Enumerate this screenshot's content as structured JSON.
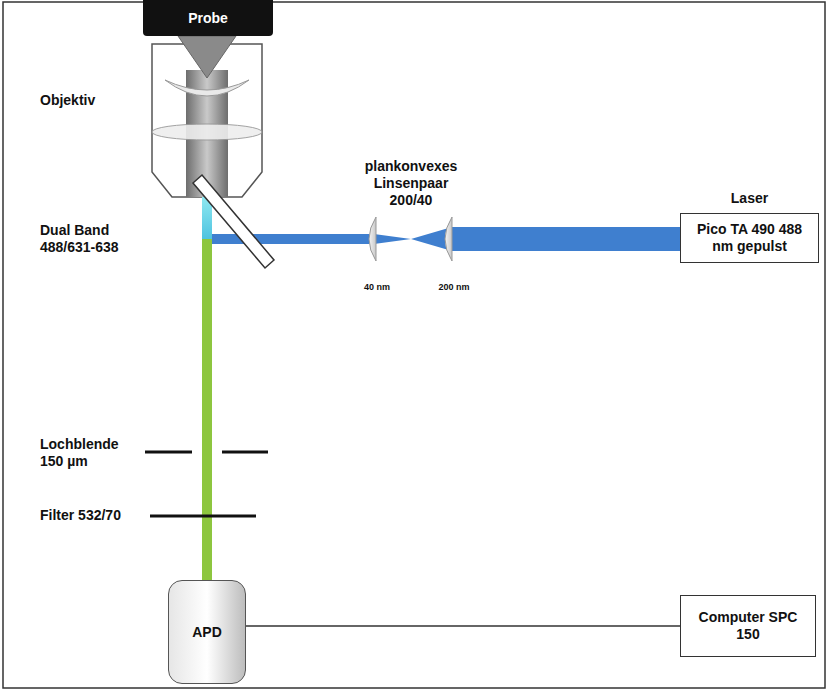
{
  "diagram": {
    "nodes": [
      {
        "text": [
          "Probe"
        ]
      },
      {
        "text": [
          "Laser",
          "Pico TA 490 488 nm gepulst"
        ]
      },
      {
        "text": [
          "APD"
        ]
      },
      {
        "text": [
          "Computer SPC 150"
        ]
      }
    ],
    "edges": [
      {
        "from": 2,
        "to": 3,
        "arrow": "none"
      }
    ],
    "labels": [
      "Objektiv",
      "plankonvexes Linsenpaar 200/40",
      "40 nm",
      "200 nm",
      "Dual Band 488/631-638",
      "Lochblende 150 µm",
      "Filter 532/70"
    ]
  }
}
